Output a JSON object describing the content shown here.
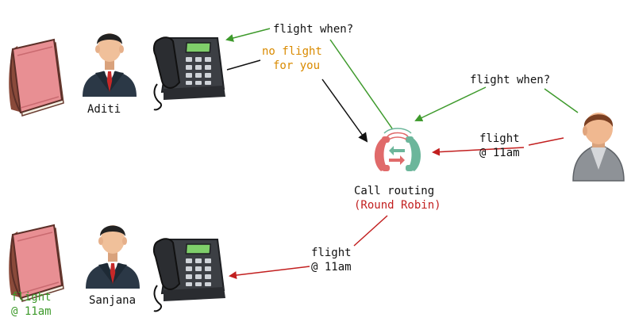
{
  "colors": {
    "question_green": "#3e9a2c",
    "reply_red": "#c21f1f",
    "orange": "#d98a00",
    "dark": "#111111",
    "book_pink": "#e88f93",
    "router_red": "#e06a6a",
    "router_teal": "#6cb69b"
  },
  "agents": {
    "top": {
      "name": "Aditi"
    },
    "bottom": {
      "name": "Sanjana",
      "book_note": [
        "flight",
        "@ 11am"
      ]
    }
  },
  "messages": {
    "aditi_question": "flight when?",
    "aditi_reply": [
      "no flight",
      "for you"
    ],
    "caller_question": "flight when?",
    "router_to_caller": [
      "flight",
      "@ 11am"
    ],
    "router_to_sanjana": [
      "flight",
      "@ 11am"
    ]
  },
  "router": {
    "label": "Call routing",
    "strategy": "(Round Robin)"
  },
  "icons": [
    "book-icon",
    "person-icon",
    "telephone-icon",
    "call-routing-icon",
    "caller-icon"
  ]
}
